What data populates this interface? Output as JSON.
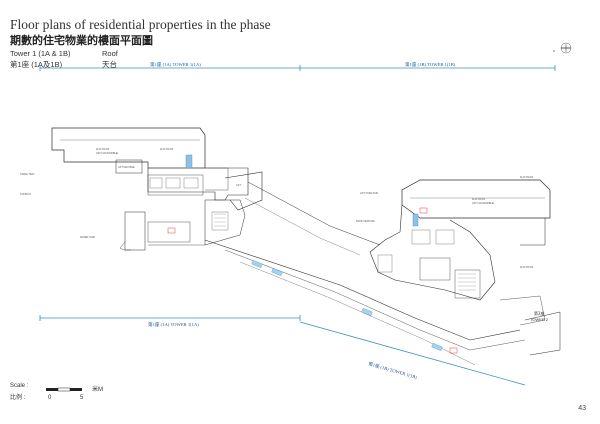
{
  "header": {
    "title_en": "Floor plans of residential properties in the phase",
    "title_zh": "期數的住宅物業的樓面平面圖",
    "tower_en": "Tower 1 (1A & 1B)",
    "tower_zh": "第1座 (1A及1B)",
    "floor_en": "Roof",
    "floor_zh": "天台"
  },
  "plan": {
    "label_1a_top": "第1座 (1A) TOWER 1(1A)",
    "label_1b_top": "第1座 (1B) TOWER 1(1B)",
    "label_1a_bottom": "第1座 (1A) TOWER 1(1A)",
    "label_1b_bottom": "第1座 (1B) TOWER 1(1B)",
    "tower2_zh": "第2座",
    "tower2_en": "TOWER 2",
    "north_letter": "N"
  },
  "scale": {
    "label_en": "Scale :",
    "label_zh": "比例 :",
    "unit": "米M",
    "tick_0": "0",
    "tick_5": "5"
  },
  "page": {
    "number": "43"
  },
  "colors": {
    "accent": "#3a8fc7",
    "line": "#2d2d2d",
    "highlight_red": "#e04040"
  }
}
